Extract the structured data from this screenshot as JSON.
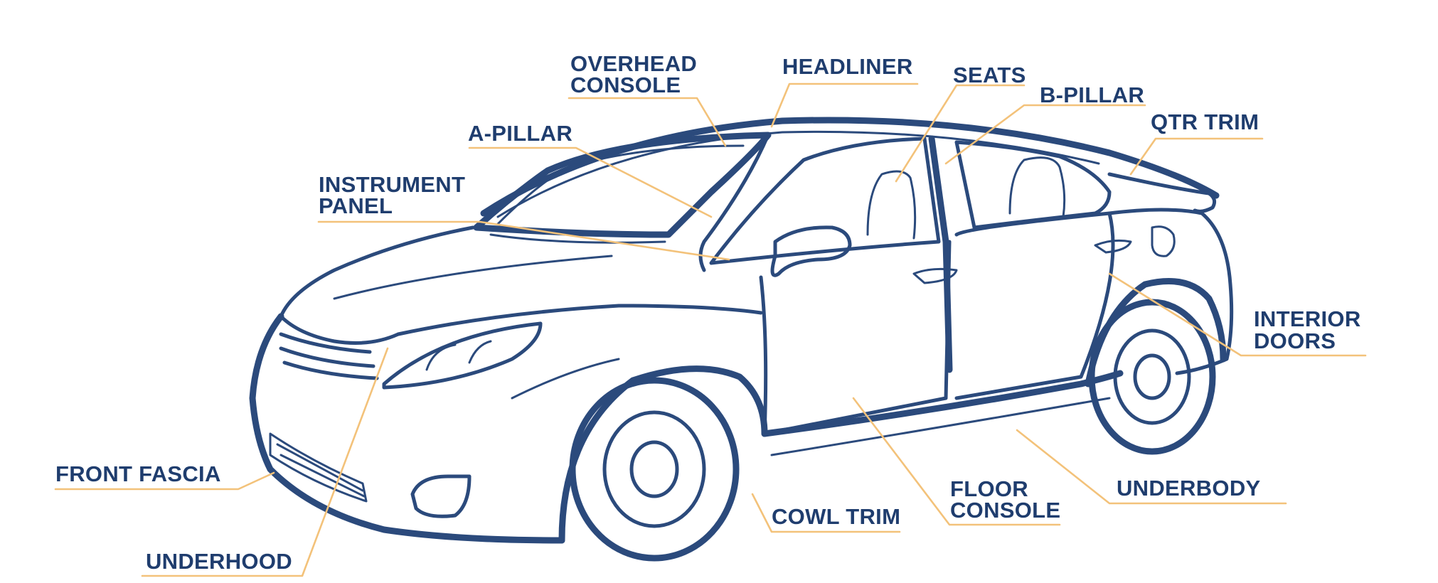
{
  "labels": {
    "overhead_console": [
      "OVERHEAD",
      "CONSOLE"
    ],
    "headliner": "HEADLINER",
    "seats": "SEATS",
    "b_pillar": "B-PILLAR",
    "qtr_trim": "QTR TRIM",
    "a_pillar": "A-PILLAR",
    "instrument_panel": [
      "INSTRUMENT",
      "PANEL"
    ],
    "interior_doors": [
      "INTERIOR",
      "DOORS"
    ],
    "front_fascia": "FRONT FASCIA",
    "underhood": "UNDERHOOD",
    "cowl_trim": "COWL TRIM",
    "floor_console": [
      "FLOOR",
      "CONSOLE"
    ],
    "underbody": "UNDERBODY"
  },
  "colors": {
    "car_outline": "#2b4a7c",
    "label_text": "#1f3d6e",
    "leader_line": "#f3c27a",
    "background": "#ffffff"
  }
}
